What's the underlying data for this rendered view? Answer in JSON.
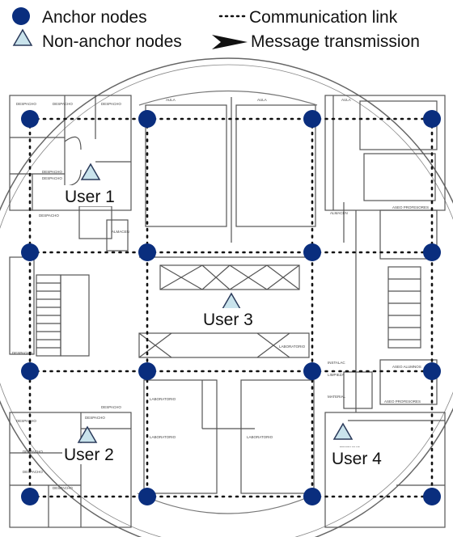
{
  "legend": {
    "anchor": "Anchor nodes",
    "non_anchor": "Non-anchor nodes",
    "link": "Communication link",
    "message": "Message transmission"
  },
  "users": [
    {
      "id": "user1",
      "label": "User 1"
    },
    {
      "id": "user2",
      "label": "User 2"
    },
    {
      "id": "user3",
      "label": "User 3"
    },
    {
      "id": "user4",
      "label": "User 4"
    }
  ],
  "floorplan_labels": {
    "despacho": "DESPACHO",
    "aula": "AULA",
    "almacen": "ALMACEN",
    "laboratorio": "LABORATORIO",
    "aseo_alumnos": "ASEO ALUMNOS",
    "aseo_profesores": "ASEO PROFESORES",
    "instalac": "INSTALAC",
    "limpieza": "LIMPIEZA",
    "material": "MATERIAL"
  },
  "colors": {
    "anchor": "#0a2e7e",
    "triangle_fill": "#c9e3ec",
    "triangle_stroke": "#2a3a5a",
    "link": "#111111",
    "wall": "#555555",
    "text": "#111111"
  }
}
